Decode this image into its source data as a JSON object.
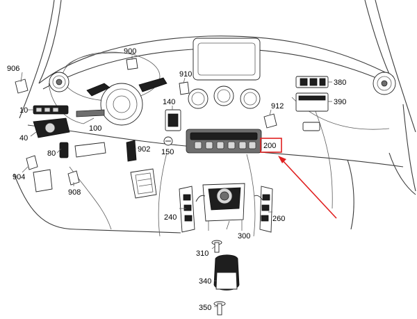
{
  "diagram": {
    "accent_color": "#e02020",
    "callouts": {
      "c906": "906",
      "c10": "10",
      "c40": "40",
      "c904": "904",
      "c80": "80",
      "c908": "908",
      "c900": "900",
      "c100": "100",
      "c910": "910",
      "c140": "140",
      "c150": "150",
      "c902": "902",
      "c912": "912",
      "c200": "200",
      "c380": "380",
      "c390": "390",
      "c240": "240",
      "c260": "260",
      "c300": "300",
      "c310": "310",
      "c340": "340",
      "c350": "350"
    },
    "highlight_target": "200"
  }
}
